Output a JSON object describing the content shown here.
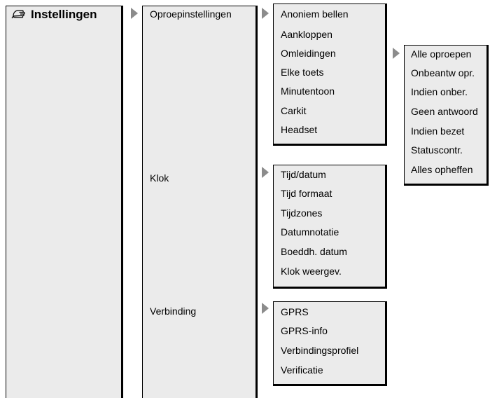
{
  "menu": {
    "title": "Instellingen",
    "title_icon": "settings-hand-icon",
    "level1": [
      {
        "label": "Oproepinstellingen",
        "items": [
          "Anoniem bellen",
          "Aankloppen",
          "Omleidingen",
          "Elke toets",
          "Minutentoon",
          "Carkit",
          "Headset"
        ],
        "submenu": {
          "parent": "Omleidingen",
          "items": [
            "Alle oproepen",
            "Onbeantw opr.",
            "Indien onber.",
            "Geen antwoord",
            "Indien bezet",
            "Statuscontr.",
            "Alles opheffen"
          ]
        }
      },
      {
        "label": "Klok",
        "items": [
          "Tijd/datum",
          "Tijd formaat",
          "Tijdzones",
          "Datumnotatie",
          "Boeddh. datum",
          "Klok weergev."
        ]
      },
      {
        "label": "Verbinding",
        "items": [
          "GPRS",
          "GPRS-info",
          "Verbindingsprofiel",
          "Verificatie"
        ]
      }
    ]
  },
  "colors": {
    "panel": "#ebebeb",
    "border": "#000000",
    "arrow": "#8c8c8c"
  }
}
